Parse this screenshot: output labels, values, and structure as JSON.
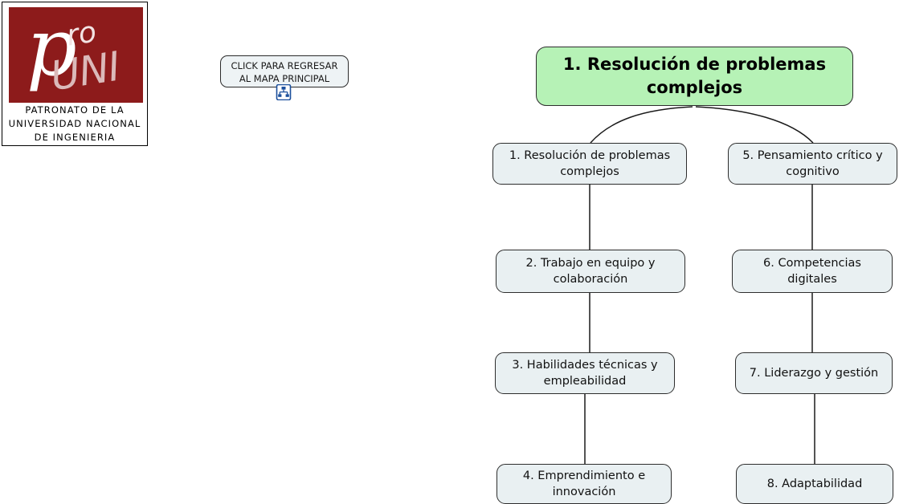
{
  "logo": {
    "wordmark_p": "p",
    "wordmark_ro": "ro",
    "wordmark_uni": "UNI",
    "caption_line_1": "PATRONATO DE LA",
    "caption_line_2": "UNIVERSIDAD NACIONAL",
    "caption_line_3": "DE INGENIERIA",
    "brand_red": "#8d1b1b",
    "wordmark_white": "#ffffff",
    "wordmark_pink": "#dbb9b9"
  },
  "return_button": {
    "line_1": "CLICK PARA REGRESAR",
    "line_2": "AL MAPA PRINCIPAL",
    "icon": "hierarchy-icon",
    "icon_color": "#1b4f9c",
    "fill": "#eef3f5"
  },
  "map": {
    "root": {
      "label": "1. Resolución de problemas complejos",
      "fill": "#b6f2b6",
      "border": "#2d2d2d"
    },
    "node_fill": "#e9f0f2",
    "node_border": "#2d2d2d",
    "connector_color": "#1a1a1a",
    "left_column": [
      {
        "label": "1. Resolución de problemas complejos"
      },
      {
        "label": "2. Trabajo en equipo y colaboración"
      },
      {
        "label": "3. Habilidades técnicas y empleabilidad"
      },
      {
        "label": "4. Emprendimiento e innovación"
      }
    ],
    "right_column": [
      {
        "label": "5. Pensamiento crítico y cognitivo"
      },
      {
        "label": "6. Competencias digitales"
      },
      {
        "label": "7. Liderazgo y gestión"
      },
      {
        "label": "8. Adaptabilidad"
      }
    ]
  }
}
